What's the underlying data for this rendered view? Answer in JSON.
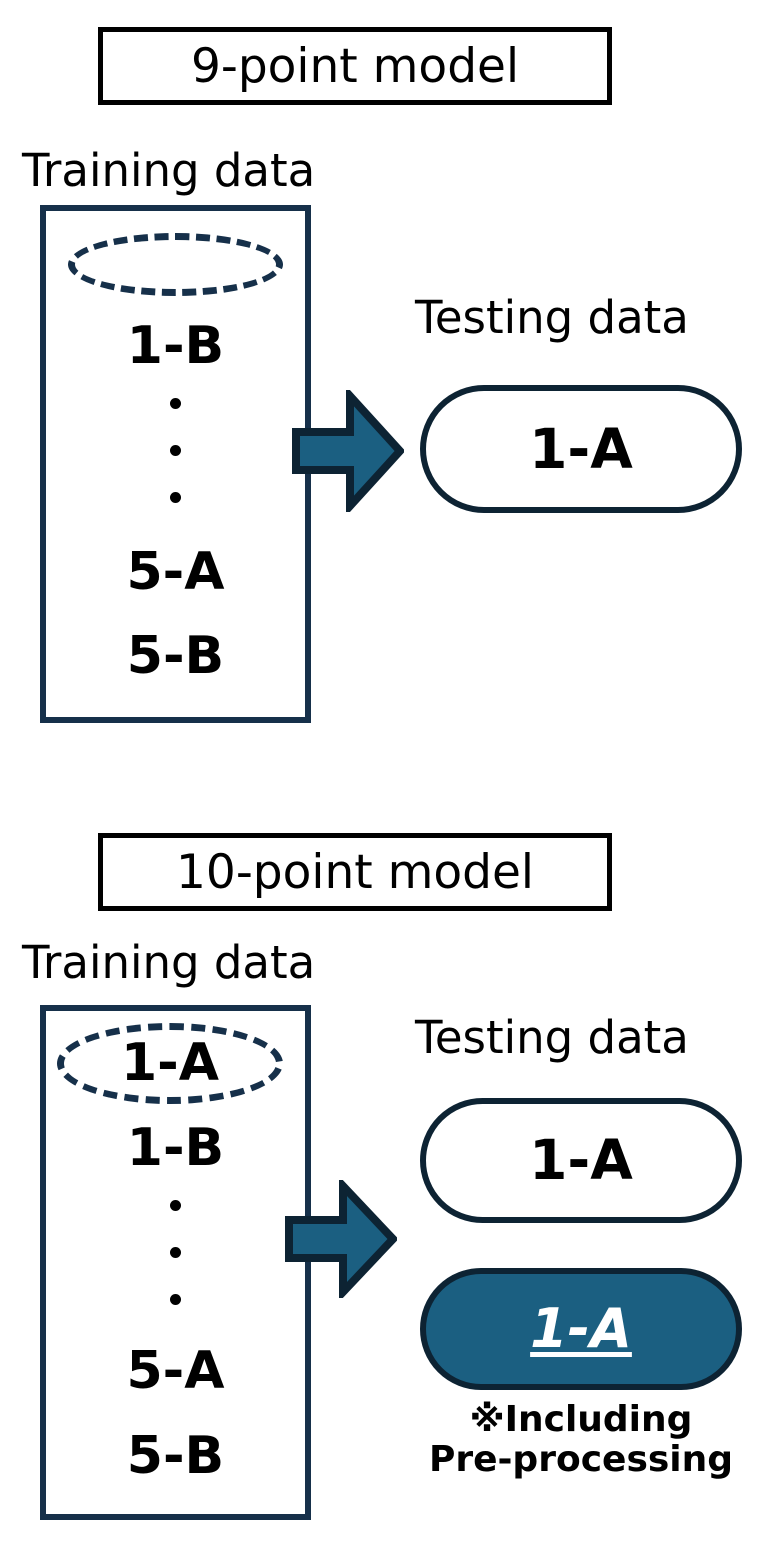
{
  "diagram": {
    "type": "two-panel cross-validation schematic",
    "colors": {
      "navy_outline": "#16304a",
      "dark_outline": "#0d2333",
      "arrow_fill": "#1b5f81",
      "text_black": "#000000",
      "text_white": "#ffffff",
      "background": "#ffffff"
    }
  },
  "panels": [
    {
      "id": "nine-point",
      "title": "9-point model",
      "training": {
        "label": "Training data",
        "highlighted_item": "",
        "items": [
          "",
          "1-B",
          "5-A",
          "5-B"
        ],
        "ellipsis": "⋮"
      },
      "testing": {
        "label": "Testing data",
        "pills": [
          {
            "text": "1-A",
            "style": "open"
          }
        ]
      },
      "arrow": "right-arrow-icon",
      "footnote": []
    },
    {
      "id": "ten-point",
      "title": "10-point model",
      "training": {
        "label": "Training data",
        "highlighted_item": "1-A",
        "items": [
          "1-A",
          "1-B",
          "5-A",
          "5-B"
        ],
        "ellipsis": "⋮"
      },
      "testing": {
        "label": "Testing data",
        "pills": [
          {
            "text": "1-A",
            "style": "open"
          },
          {
            "text": "1-A",
            "style": "filled"
          }
        ]
      },
      "arrow": "right-arrow-icon",
      "footnote": [
        "※Including",
        "Pre-processing"
      ]
    }
  ]
}
